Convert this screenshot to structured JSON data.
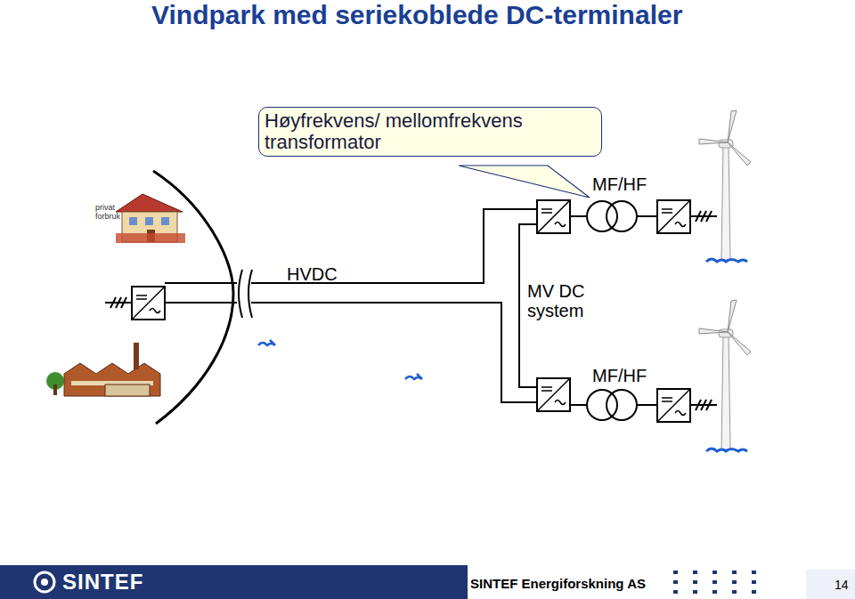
{
  "diagram": {
    "title": "Vindpark med seriekoblede DC-terminaler",
    "nodes": [
      {
        "text": [
          "Høyfrekvens/ mellomfrekvens transformator"
        ]
      }
    ],
    "edges": [],
    "labels": [
      "privat forbruk",
      "HVDC",
      "MV DC system",
      "MF/HF",
      "MF/HF",
      "SINTEF",
      "SINTEF Energiforskning AS",
      "14"
    ]
  }
}
